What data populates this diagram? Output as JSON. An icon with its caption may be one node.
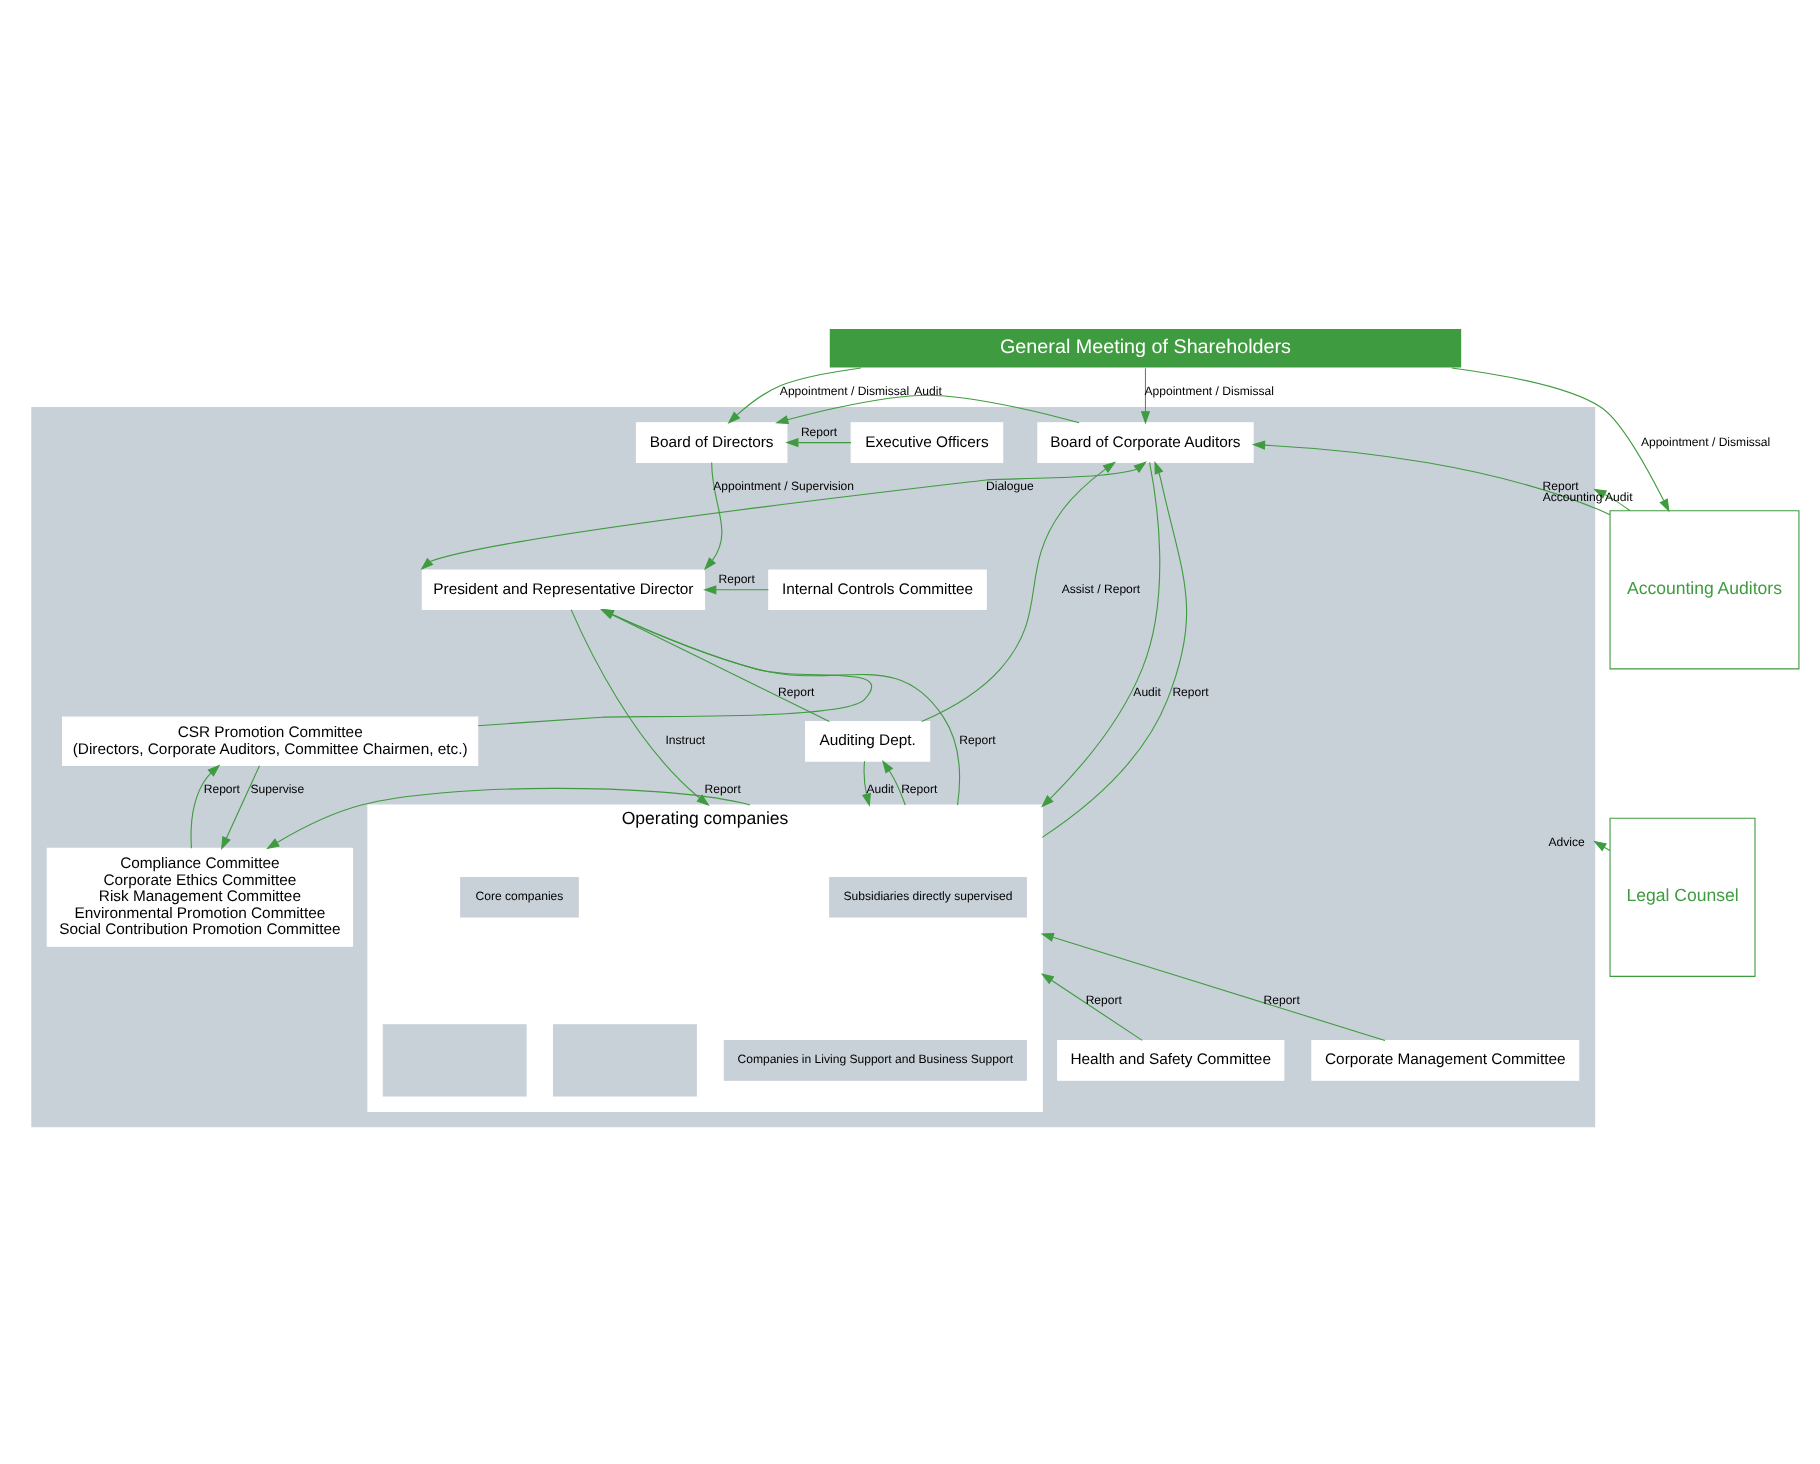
{
  "diagram": {
    "nodes": [
      {
        "text": [
          "General Meeting of Shareholders"
        ]
      },
      {
        "text": [
          "Accounting Auditors"
        ]
      },
      {
        "text": [
          "Legal Counsel"
        ]
      },
      {
        "text": [],
        "shape": "box"
      },
      {
        "text": [
          "Board of Corporate Auditors"
        ],
        "in": 3
      },
      {
        "text": [
          "Board of Directors"
        ],
        "in": 3
      },
      {
        "text": [
          "Executive Officers"
        ],
        "in": 3
      },
      {
        "text": [
          "President and Representative Director"
        ],
        "in": 3
      },
      {
        "text": [
          "Internal Controls Committee"
        ],
        "in": 3
      },
      {
        "text": [
          "CSR Promotion Committee",
          "(Directors, Corporate Auditors, Committee Chairmen, etc.)"
        ],
        "in": 3
      },
      {
        "text": [
          "Auditing Dept."
        ],
        "in": 3
      },
      {
        "text": [
          "Compliance Committee",
          "Corporate Ethics Committee",
          "Risk Management Committee",
          "Environmental Promotion Committee",
          "Social Contribution Promotion Committee"
        ],
        "in": 3
      },
      {
        "text": [
          "Operating companies"
        ],
        "in": 3
      },
      {
        "text": [
          "Subsidiaries directly supervised"
        ],
        "in": 12
      },
      {
        "text": [
          "Core companies"
        ],
        "in": 12
      },
      {
        "text": [
          "Companies in Living Support and Business Support"
        ],
        "in": 12
      },
      {
        "text": [],
        "shape": "box",
        "in": 12
      },
      {
        "text": [],
        "shape": "box",
        "in": 12
      },
      {
        "text": [
          "Health and Safety Committee"
        ],
        "in": 3
      },
      {
        "text": [
          "Corporate Management Committee"
        ],
        "in": 3
      }
    ],
    "edges": [
      {
        "from": 0,
        "to": 1,
        "arrow": "to",
        "label": "Appointment / Dismissal"
      },
      {
        "from": 0,
        "to": 4,
        "arrow": "to",
        "label": "Appointment / Dismissal"
      },
      {
        "from": 0,
        "to": 5,
        "arrow": "to",
        "label": "Appointment / Dismissal"
      },
      {
        "from": 1,
        "to": 4,
        "arrow": "to",
        "label": "Report"
      },
      {
        "from": 4,
        "to": 5,
        "arrow": "to",
        "label": "Audit"
      },
      {
        "from": 6,
        "to": 5,
        "arrow": "to",
        "label": "Report"
      },
      {
        "from": 5,
        "to": 7,
        "arrow": "to",
        "label": "Appointment / Supervision"
      },
      {
        "from": 4,
        "to": 7,
        "arrow": "both",
        "label": "Dialogue"
      },
      {
        "from": 4,
        "to": 12,
        "arrow": "to",
        "label": "Audit"
      },
      {
        "from": 12,
        "to": 4,
        "arrow": "to",
        "label": "Report"
      },
      {
        "from": 10,
        "to": 4,
        "arrow": "to",
        "label": "Assist / Report"
      },
      {
        "from": 1,
        "to": 3,
        "arrow": "to",
        "label": "Accounting Audit"
      },
      {
        "from": 10,
        "to": 7,
        "arrow": "to",
        "label": "Report"
      },
      {
        "from": 10,
        "to": 12,
        "arrow": "to",
        "label": "Audit"
      },
      {
        "from": 12,
        "to": 10,
        "arrow": "to",
        "label": "Report"
      },
      {
        "from": 7,
        "to": 12,
        "arrow": "to",
        "label": "Instruct"
      },
      {
        "from": 12,
        "to": 7,
        "arrow": "to",
        "label": "Report"
      },
      {
        "from": 8,
        "to": 7,
        "arrow": "to",
        "label": "Report"
      },
      {
        "from": 9,
        "to": 7,
        "arrow": "to"
      },
      {
        "from": 9,
        "to": 11,
        "arrow": "to",
        "label": "Supervise"
      },
      {
        "from": 11,
        "to": 9,
        "arrow": "to",
        "label": "Report"
      },
      {
        "from": 12,
        "to": 11,
        "arrow": "to",
        "label": "Report"
      },
      {
        "from": 18,
        "to": 12,
        "arrow": "to",
        "label": "Report"
      },
      {
        "from": 19,
        "to": 12,
        "arrow": "to",
        "label": "Report"
      },
      {
        "from": 2,
        "to": 3,
        "arrow": "to",
        "label": "Advice"
      }
    ]
  }
}
